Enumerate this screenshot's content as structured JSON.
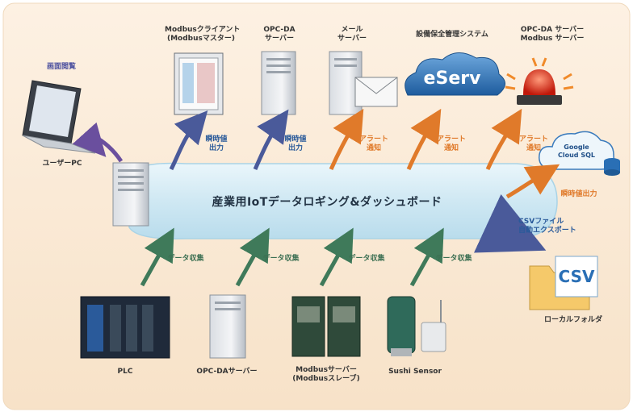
{
  "center": {
    "title": "産業用IoTデータロギング&ダッシュボード"
  },
  "top_labels": {
    "modbus_client": [
      "Modbusクライアント",
      "(Modbusマスター)"
    ],
    "opc_da_server": [
      "OPC-DA",
      "サーバー"
    ],
    "mail_server": [
      "メール",
      "サーバー"
    ],
    "asset_system": "設備保全管理システム",
    "opc_modbus_server": [
      "OPC-DA サーバー",
      "Modbus サーバー"
    ]
  },
  "eserv": "eServ",
  "left_labels": {
    "screen_view": "画面閲覧",
    "user_pc": "ユーザーPC"
  },
  "arrow_labels": {
    "instant_output_1": [
      "瞬時値",
      "出力"
    ],
    "instant_output_2": [
      "瞬時値",
      "出力"
    ],
    "alert_1": [
      "アラート",
      "通知"
    ],
    "alert_2": [
      "アラート",
      "通知"
    ],
    "alert_3": [
      "アラート",
      "通知"
    ],
    "instant_output_cloud": "瞬時値出力",
    "data_collect": "データ収集"
  },
  "cloud": [
    "Google",
    "Cloud SQL"
  ],
  "csv": {
    "label": [
      "CSVファイル",
      "自動エクスポート"
    ],
    "icon_text": "CSV",
    "folder": "ローカルフォルダ"
  },
  "bottom_labels": {
    "plc": "PLC",
    "opc_server": "OPC-DAサーバー",
    "modbus_server": [
      "Modbusサーバー",
      "(Modbusスレーブ)"
    ],
    "sushi": "Sushi Sensor"
  },
  "colors": {
    "background": "#fbeedd",
    "band": "#d6ecf6",
    "alert": "#e07a2a",
    "collect": "#3f7a5a",
    "output": "#4a5a9a",
    "eserv": "#2f6fb0"
  }
}
